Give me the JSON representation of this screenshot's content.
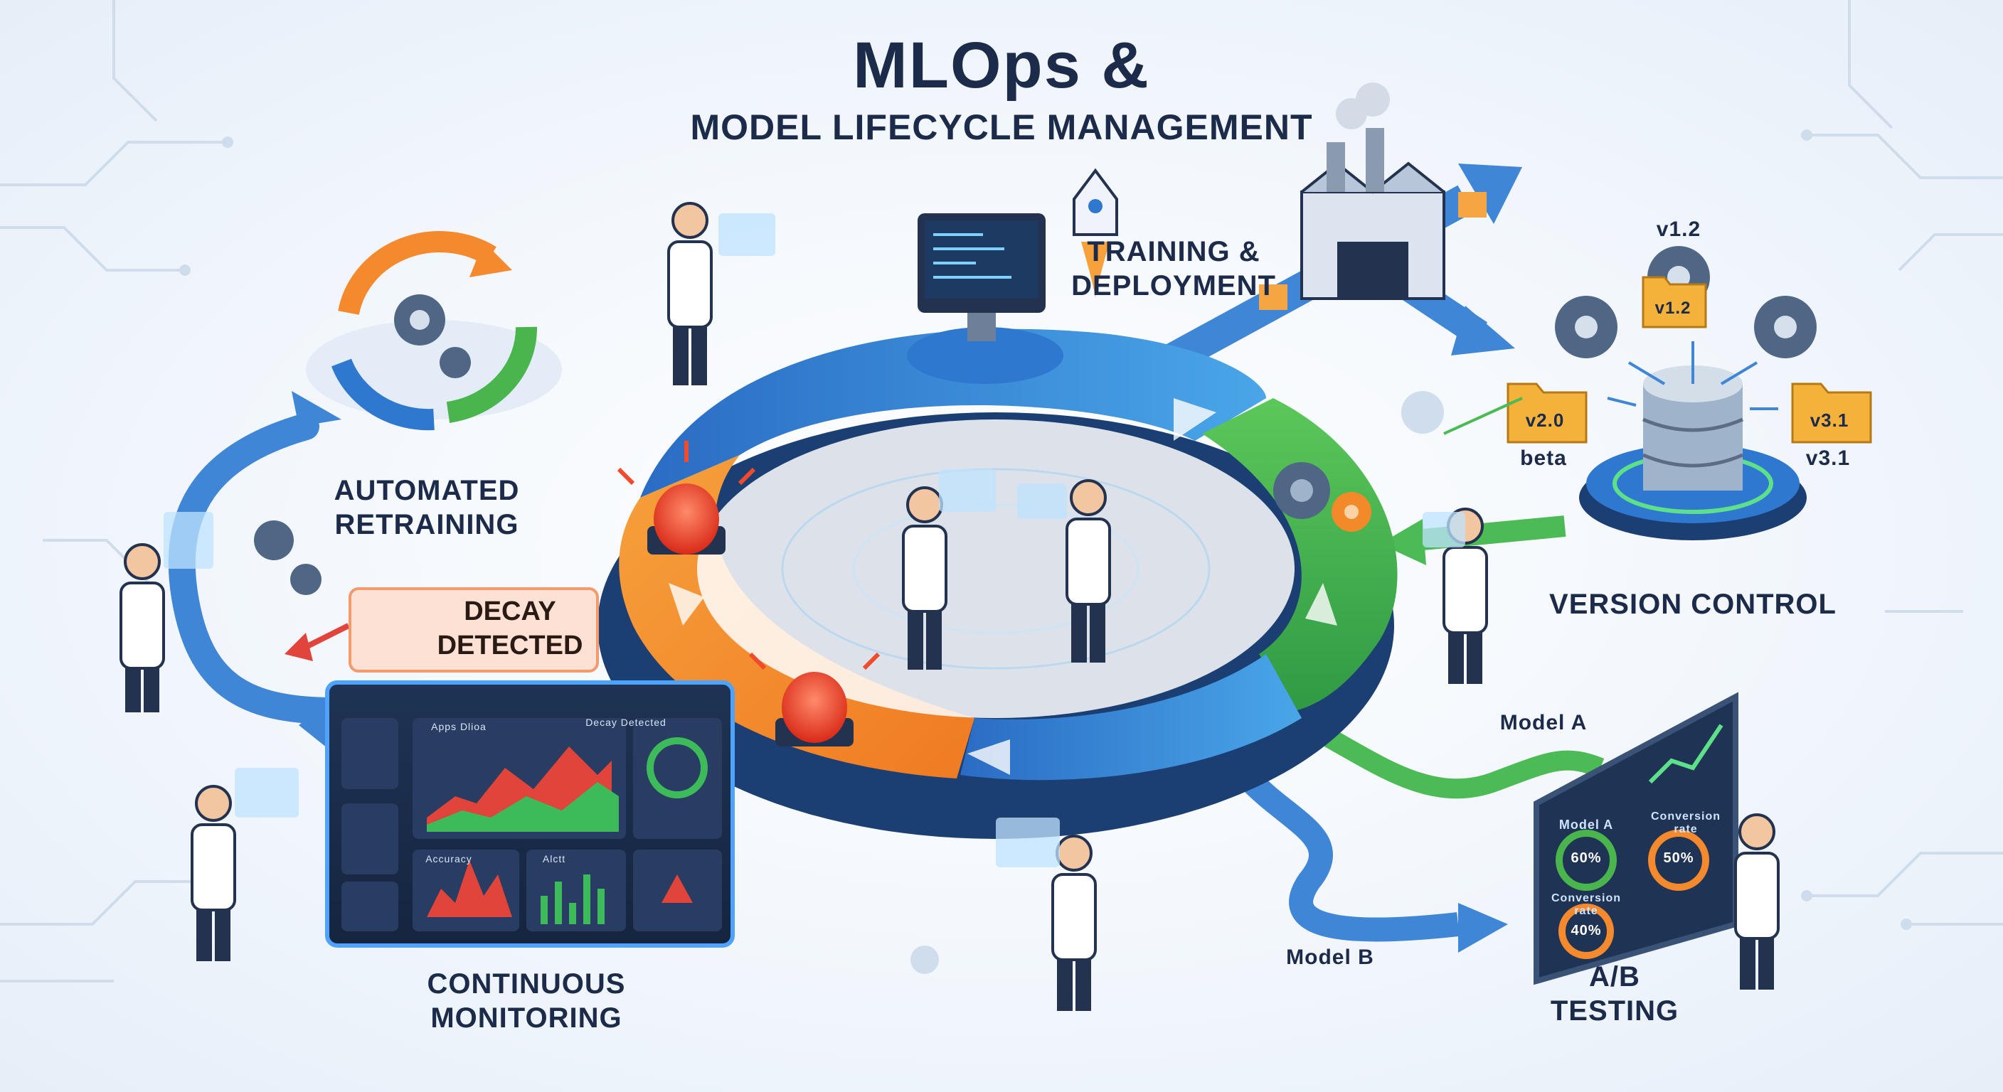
{
  "header": {
    "title": "MLOps &",
    "subtitle": "MODEL LIFECYCLE MANAGEMENT"
  },
  "stages": {
    "training": {
      "line1": "TRAINING &",
      "line2": "DEPLOYMENT"
    },
    "version_control": {
      "label": "VERSION CONTROL"
    },
    "ab_testing": {
      "line1": "A/B",
      "line2": "TESTING"
    },
    "monitoring": {
      "line1": "CONTINUOUS",
      "line2": "MONITORING"
    },
    "retraining": {
      "line1": "AUTOMATED",
      "line2": "RETRAINING"
    }
  },
  "alert": {
    "line1": "DECAY",
    "line2": "DETECTED"
  },
  "versions": {
    "v12_top": "v1.2",
    "v12_folder": "v1.2",
    "v20_folder": "v2.0",
    "v20_label": "beta",
    "v31_folder": "v3.1",
    "v31_label": "v3.1"
  },
  "ab": {
    "model_a": "Model A",
    "model_b": "Model B",
    "panel_a": "Model A",
    "panel_conv1": "Conversion rate",
    "panel_conv2": "Conversion rate",
    "pct1": "60%",
    "pct2": "50%",
    "pct3": "40%"
  },
  "dashboard": {
    "header_badge": "Decay Detected",
    "panel_main": "Apps Dlioa",
    "panel_accuracy": "Accuracy",
    "panel_second": "Alctt"
  },
  "colors": {
    "orange": "#f5892e",
    "blue": "#2f78d0",
    "green": "#49b54c",
    "navy": "#1c2b4a",
    "alert_red": "#e53b26",
    "folder": "#f4b23a"
  }
}
